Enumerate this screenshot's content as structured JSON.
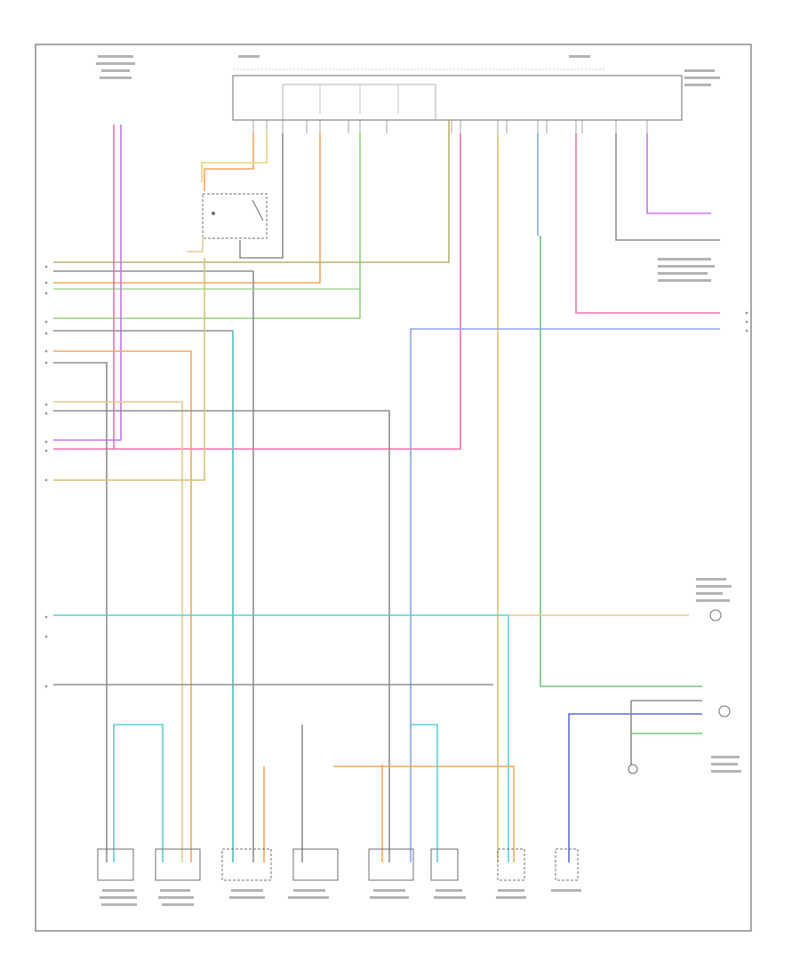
{
  "diagram": {
    "colors": {
      "frame": "#6e6e6e",
      "wire_gray": "#8e8e8e",
      "wire_pink": "#f06fa8",
      "wire_violet": "#c972e8",
      "wire_orange": "#f6a55b",
      "wire_tan": "#e9c98c",
      "wire_yellow": "#e7d76e",
      "wire_olive": "#b5b06a",
      "wire_green": "#8fd47c",
      "wire_cyan": "#58d0d8",
      "wire_blue": "#8aa3e6",
      "wire_dark_green": "#6cc878",
      "wire_navy": "#5a6fd6"
    },
    "labels_illegible": true,
    "components": [
      {
        "name": "module-top"
      },
      {
        "name": "relay"
      },
      {
        "name": "sensor-1"
      },
      {
        "name": "sensor-2"
      },
      {
        "name": "sensor-3"
      },
      {
        "name": "sensor-4"
      },
      {
        "name": "sensor-5"
      },
      {
        "name": "sensor-6"
      },
      {
        "name": "sensor-7"
      },
      {
        "name": "fuel-level-sensor"
      },
      {
        "name": "right-sensor-top"
      },
      {
        "name": "right-sensor-bottom"
      }
    ]
  }
}
